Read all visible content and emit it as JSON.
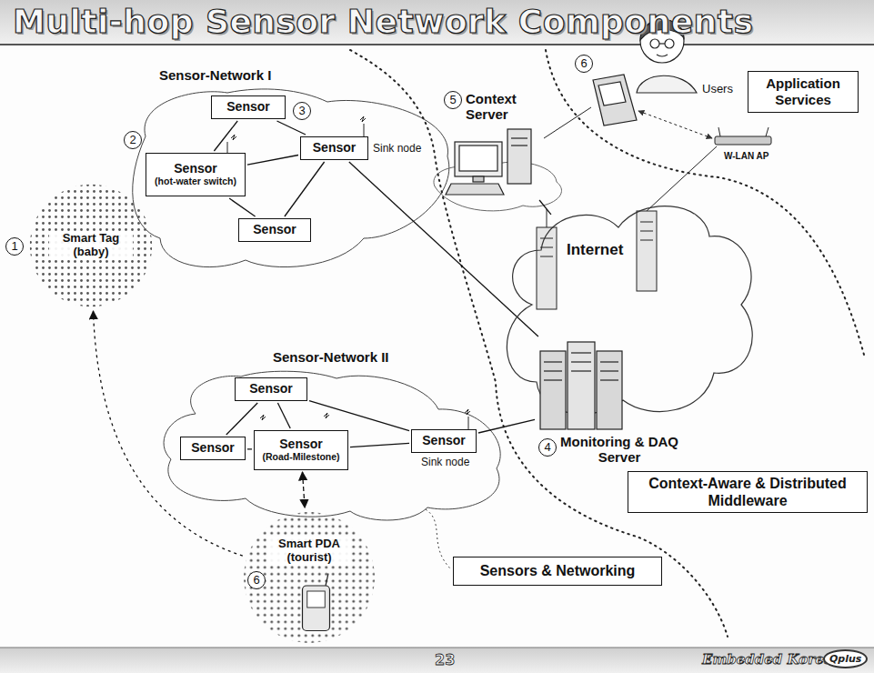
{
  "diagram": {
    "title": "Multi-hop Sensor Network Components",
    "nodes": [
      {
        "text": [
          "Smart Tag (baby)"
        ]
      },
      {
        "text": [
          "Sensor"
        ]
      },
      {
        "text": [
          "Sensor",
          "(hot-water switch)"
        ]
      },
      {
        "text": [
          "Sensor"
        ]
      },
      {
        "text": [
          "Sensor"
        ]
      },
      {
        "text": [
          "Context Server"
        ]
      },
      {
        "text": [
          "Application Services"
        ]
      },
      {
        "text": [
          "Internet"
        ]
      },
      {
        "text": [
          "Monitoring & DAQ Server"
        ]
      },
      {
        "text": [
          "Sensor"
        ]
      },
      {
        "text": [
          "Sensor"
        ]
      },
      {
        "text": [
          "Sensor",
          "(Road-Milestone)"
        ]
      },
      {
        "text": [
          "Sensor"
        ]
      },
      {
        "text": [
          "Context-Aware & Distributed Middleware"
        ]
      },
      {
        "text": [
          "Smart PDA (tourist)"
        ]
      },
      {
        "text": [
          "Sensors & Networking"
        ]
      }
    ],
    "edges": [
      {
        "from": 1,
        "to": 2,
        "arrow": "none"
      },
      {
        "from": 1,
        "to": 3,
        "arrow": "none"
      },
      {
        "from": 2,
        "to": 3,
        "arrow": "none"
      },
      {
        "from": 2,
        "to": 4,
        "arrow": "none"
      },
      {
        "from": 4,
        "to": 3,
        "arrow": "none"
      },
      {
        "from": 3,
        "to": 8,
        "arrow": "none"
      },
      {
        "from": 5,
        "to": 7,
        "arrow": "none"
      },
      {
        "from": 9,
        "to": 10,
        "arrow": "none"
      },
      {
        "from": 9,
        "to": 11,
        "arrow": "none"
      },
      {
        "from": 9,
        "to": 12,
        "arrow": "none"
      },
      {
        "from": 10,
        "to": 11,
        "arrow": "none"
      },
      {
        "from": 11,
        "to": 12,
        "arrow": "none"
      },
      {
        "from": 12,
        "to": 8,
        "arrow": "none"
      },
      {
        "from": 11,
        "to": 14,
        "arrow": "both"
      },
      {
        "from": 14,
        "to": 0,
        "arrow": "to"
      }
    ],
    "labels": [
      "Sensor-Network I",
      "Sink node",
      "Sensor-Network II",
      "Sink node",
      "1",
      "2",
      "3",
      "4",
      "5",
      "6",
      "6",
      "Users",
      "W-LAN AP",
      "23",
      "Embedded Korea",
      "Qplus"
    ]
  }
}
